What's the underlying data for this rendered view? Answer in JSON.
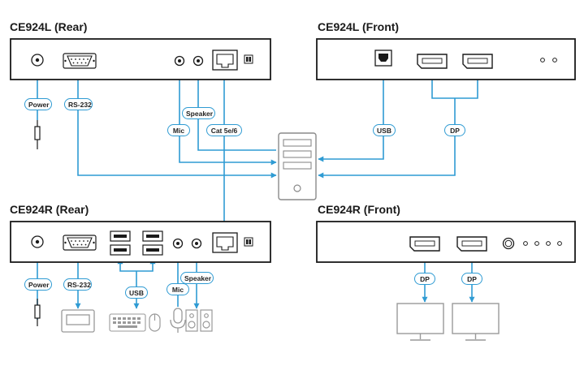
{
  "titles": {
    "l_rear": "CE924L (Rear)",
    "l_front": "CE924L (Front)",
    "r_rear": "CE924R (Rear)",
    "r_front": "CE924R (Front)"
  },
  "labels": {
    "power": "Power",
    "rs232": "RS-232",
    "speaker": "Speaker",
    "mic": "Mic",
    "cat": "Cat 5e/6",
    "usb": "USB",
    "dp": "DP"
  },
  "colors": {
    "line": "#2f9bd3",
    "device": "#1a1a1a",
    "peripheral": "#999999"
  }
}
